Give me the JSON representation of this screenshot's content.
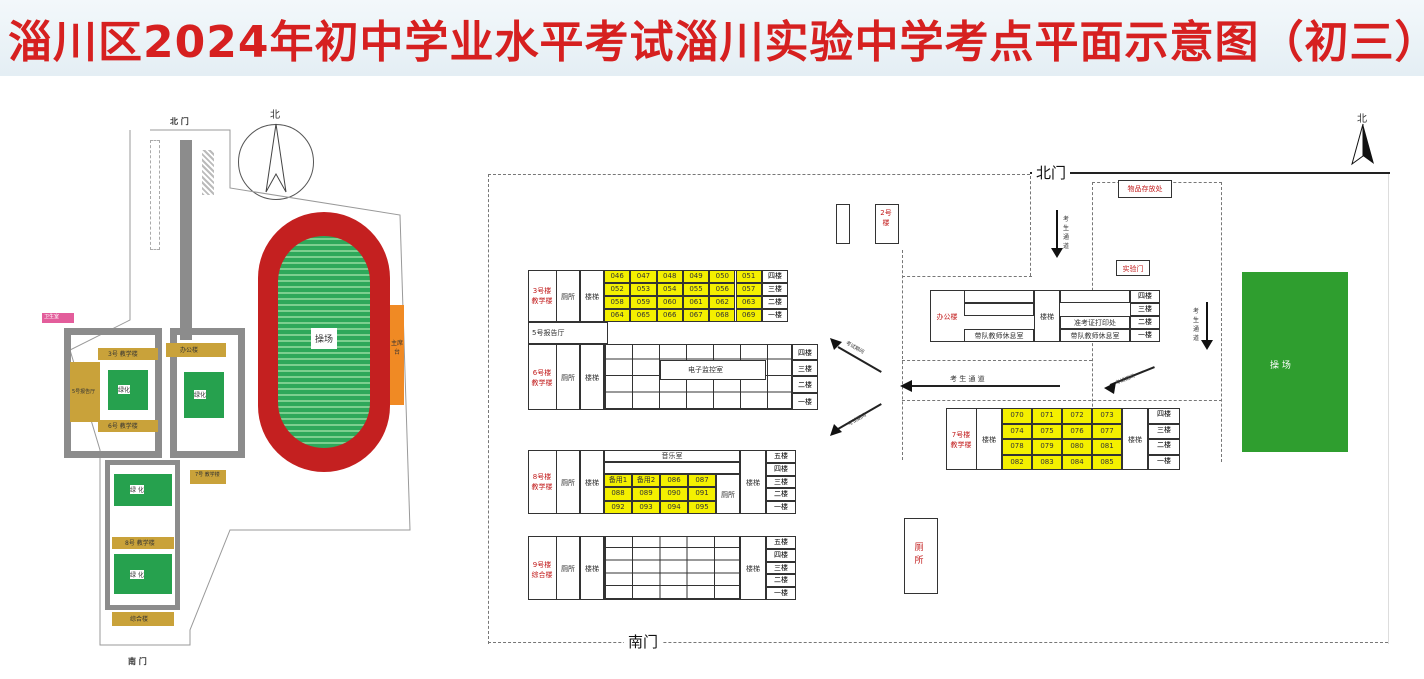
{
  "title": "淄川区2024年初中学业水平考试淄川实验中学考点平面示意图（初三）",
  "left_plan": {
    "north_label": "北",
    "north_gate": "北 门",
    "south_gate": "南 门",
    "playground": "操场",
    "stage": "主席台",
    "labels": {
      "office": "办公楼",
      "b3": "3号 教学楼",
      "b5": "5号报告厅",
      "b6": "6号 教学楼",
      "b7": "7号 教学楼",
      "b8": "8号 教学楼",
      "b9": "综合楼",
      "green1": "绿化",
      "green2": "绿化",
      "green3": "绿 化",
      "green4": "绿 化",
      "pink1": "卫生室"
    }
  },
  "right_plan": {
    "north_label": "北",
    "north_gate": "北门",
    "south_gate": "南门",
    "storage": "物品存放处",
    "lab_gate": "实验门",
    "building2": "2号楼",
    "playground": "操 场",
    "toilet": "厕所",
    "exam_path": "考 生 通 道",
    "exam_path_v1": "考生通道",
    "exam_path_v2": "考生通道",
    "flow_sign1": "考试期间",
    "flow_sign2": "考试期间",
    "flow_sign3": "考试期间",
    "office_bldg": {
      "name": "办公楼",
      "stair": "楼梯",
      "floors": [
        "四楼",
        "三楼",
        "二楼",
        "一楼"
      ],
      "room1": "准考证打印处",
      "room2": "带队教师休息室",
      "room3": "带队教师休息室"
    },
    "b3": {
      "name": "3号楼 教学楼",
      "toilet": "厕所",
      "stair": "楼梯",
      "floors": [
        "四楼",
        "三楼",
        "二楼",
        "一楼"
      ],
      "rooms": [
        [
          "046",
          "047",
          "048",
          "049",
          "050",
          "051"
        ],
        [
          "052",
          "053",
          "054",
          "055",
          "056",
          "057"
        ],
        [
          "058",
          "059",
          "060",
          "061",
          "062",
          "063"
        ],
        [
          "064",
          "065",
          "066",
          "067",
          "068",
          "069"
        ]
      ]
    },
    "b5": "5号报告厅",
    "b6": {
      "name": "6号楼 教学楼",
      "toilet": "厕所",
      "stair": "楼梯",
      "floors": [
        "四楼",
        "三楼",
        "二楼",
        "一楼"
      ],
      "monitor": "电子监控室"
    },
    "b7": {
      "name": "7号楼 教学楼",
      "stair": "楼梯",
      "stair2": "楼梯",
      "floors": [
        "四楼",
        "三楼",
        "二楼",
        "一楼"
      ],
      "rooms": [
        [
          "070",
          "071",
          "072",
          "073"
        ],
        [
          "074",
          "075",
          "076",
          "077"
        ],
        [
          "078",
          "079",
          "080",
          "081"
        ],
        [
          "082",
          "083",
          "084",
          "085"
        ]
      ]
    },
    "b8": {
      "name": "8号楼 教学楼",
      "toilet": "厕所",
      "toilet2": "厕所",
      "stair": "楼梯",
      "stair2": "楼梯",
      "floors": [
        "五楼",
        "四楼",
        "三楼",
        "二楼",
        "一楼"
      ],
      "top": "音乐室",
      "rooms": [
        [
          "备用1",
          "备用2",
          "086",
          "087"
        ],
        [
          "088",
          "089",
          "090",
          "091"
        ],
        [
          "092",
          "093",
          "094",
          "095"
        ]
      ]
    },
    "b9": {
      "name": "9号楼 综合楼",
      "toilet": "厕所",
      "stair": "楼梯",
      "stair2": "楼梯",
      "floors": [
        "五楼",
        "四楼",
        "三楼",
        "二楼",
        "一楼"
      ]
    }
  }
}
